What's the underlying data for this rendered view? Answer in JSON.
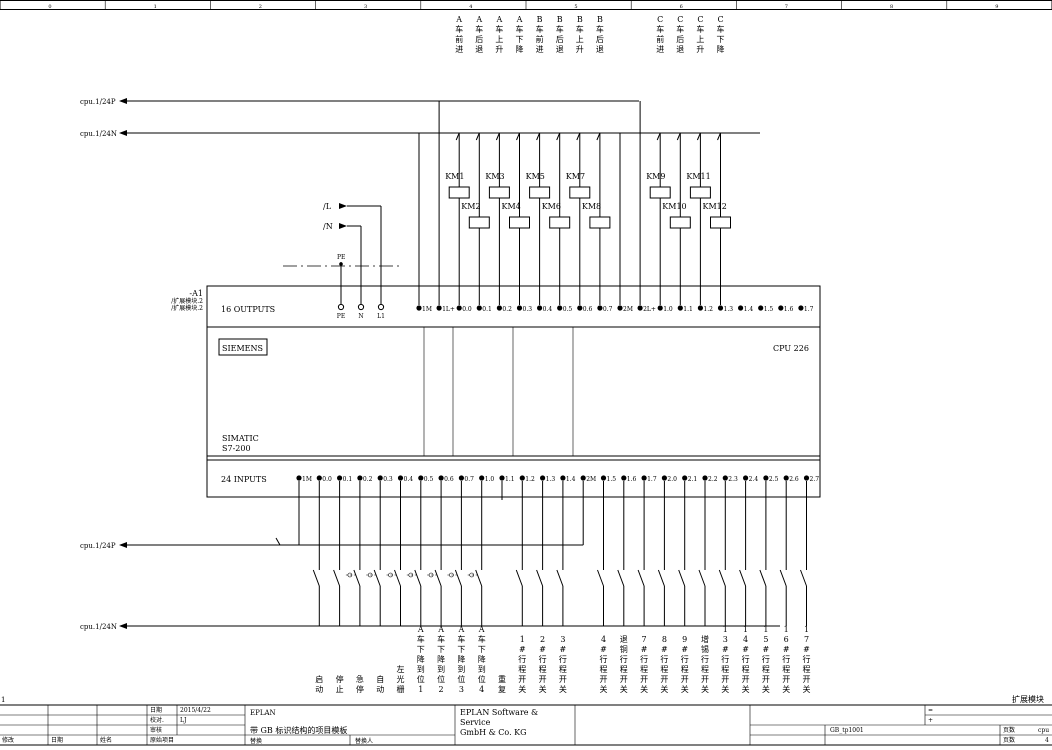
{
  "column_numbers": [
    "0",
    "1",
    "2",
    "3",
    "4",
    "5",
    "6",
    "7",
    "8",
    "9"
  ],
  "supply_refs": {
    "p24_top": "cpu.1/24P",
    "n24_top": "cpu.1/24N",
    "p24_bot": "cpu.1/24P",
    "n24_bot": "cpu.1/24N"
  },
  "phase_refs": {
    "L": "/L",
    "N": "/N"
  },
  "pe_label": "PE",
  "module": {
    "tag": "-A1",
    "ref1": "/扩展模块.2",
    "ref2": "/扩展模块.2",
    "outputs_label": "16 OUTPUTS",
    "inputs_label": "24 INPUTS",
    "brand": "SIEMENS",
    "family1": "SIMATIC",
    "family2": "S7-200",
    "cpu": "CPU 226",
    "power_terminals": [
      "PE",
      "N",
      "L1"
    ]
  },
  "output_terminals": [
    "1M",
    "1L+",
    "0.0",
    "0.1",
    "0.2",
    "0.3",
    "0.4",
    "0.5",
    "0.6",
    "0.7",
    "2M",
    "2L+",
    "1.0",
    "1.1",
    "1.2",
    "1.3",
    "1.4",
    "1.5",
    "1.6",
    "1.7"
  ],
  "input_terminals": [
    "1M",
    "0.0",
    "0.1",
    "0.2",
    "0.3",
    "0.4",
    "0.5",
    "0.6",
    "0.7",
    "1.0",
    "1.1",
    "1.2",
    "1.3",
    "1.4",
    "2M",
    "1.5",
    "1.6",
    "1.7",
    "2.0",
    "2.1",
    "2.2",
    "2.3",
    "2.4",
    "2.5",
    "2.6",
    "2.7"
  ],
  "coils": [
    "KM1",
    "KM2",
    "KM3",
    "KM4",
    "KM5",
    "KM6",
    "KM7",
    "KM8",
    "KM9",
    "KM10",
    "KM11",
    "KM12"
  ],
  "output_labels": [
    "A车前进",
    "A车后退",
    "A车上升",
    "A车下降",
    "B车前进",
    "B车后退",
    "B车上升",
    "B车后退",
    "C车前进",
    "C车后退",
    "C车上升",
    "C车下降"
  ],
  "input_labels": [
    "启动",
    "停止",
    "急停",
    "自动",
    "左光栅",
    "A车下降到位1",
    "A车下降到位2",
    "A车下降到位3",
    "A车下降到位4",
    "重复",
    "1#行程开关",
    "2#行程开关",
    "3#行程开关",
    "4#行程开关",
    "退铜行程开关",
    "7#行程开关",
    "8#行程开关",
    "9#行程开关",
    "增锡行程开关",
    "13#行程开关",
    "14#行程开关",
    "15#行程开关",
    "16#行程开关",
    "17#行程开关"
  ],
  "page_tag": "1",
  "right_tag": "扩展模块",
  "title_block": {
    "date_label": "日期",
    "date_value": "2015/4/22",
    "check_label": "校对.",
    "check_value": "LJ",
    "review_label": "审核",
    "original_label": "原始项目",
    "rev_label": "修改",
    "rev_date": "日期",
    "rev_name": "姓名",
    "company": "EPLAN",
    "template": "带 GB 标识结构的项目模板",
    "replace_label": "替换",
    "replaced_by": "替换人",
    "vendor1": "EPLAN Software &",
    "vendor2": "Service",
    "vendor3": "GmbH & Co. KG",
    "eq": "=",
    "plus": "+",
    "doc_id": "GB_tp1001",
    "page_label": "页数",
    "page_value": "cpu",
    "total_label": "页数",
    "total_value": "4"
  }
}
